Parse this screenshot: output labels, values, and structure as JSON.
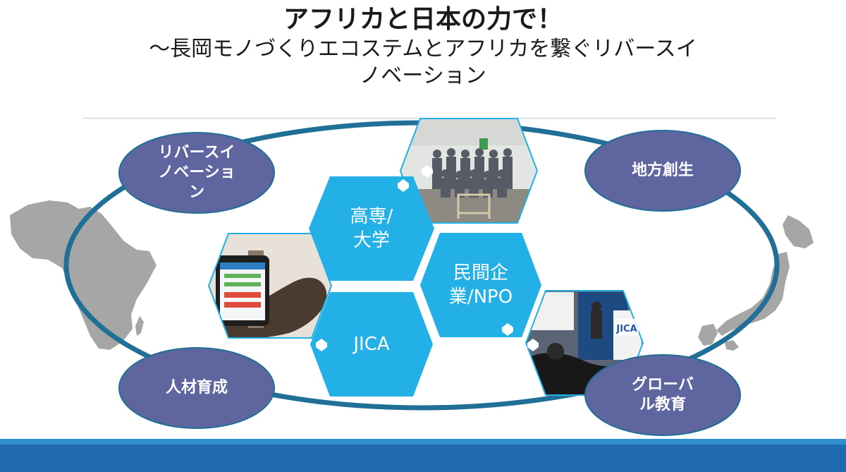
{
  "slide": {
    "title_line1": "アフリカと日本の力で！",
    "title_line2": "～長岡モノづくりエコステムとアフリカを繋ぐリバースイ",
    "title_line3": "ノベーション"
  },
  "bubbles": {
    "reverse_innovation": [
      "リバースイ",
      "ノベーショ",
      "ン"
    ],
    "regional_revitalization": "地方創生",
    "human_resources": "人材育成",
    "global_education": [
      "グローバ",
      "ル教育"
    ]
  },
  "hexagons": {
    "kosen": [
      "高専/",
      "大学"
    ],
    "private": [
      "民間企",
      "業/NPO"
    ],
    "jica": "JICA"
  },
  "photo_labels": {
    "jica_logo": "JICA"
  },
  "colors": {
    "ring": "#1f6f96",
    "bubble_fill": "#5f659f",
    "hex_fill": "#22b0e6",
    "map_fill": "#a6a6a6",
    "footer": "#1f6ab0"
  }
}
